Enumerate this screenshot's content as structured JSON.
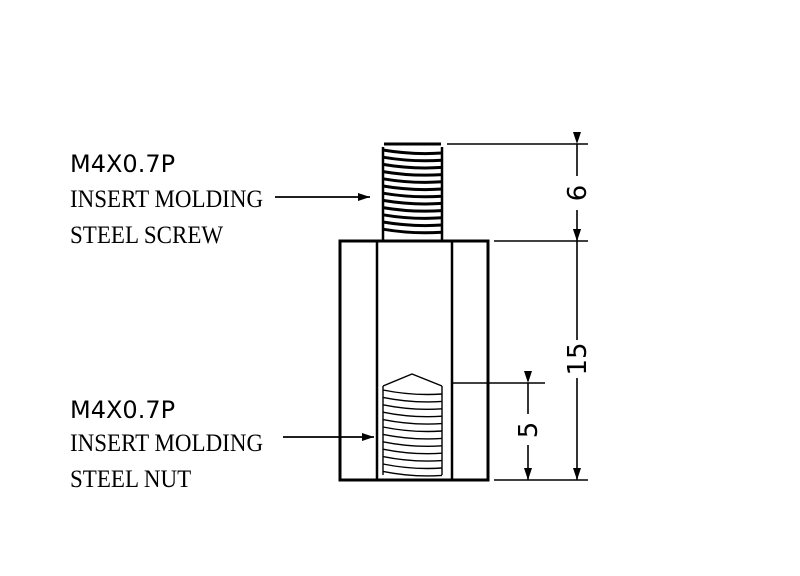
{
  "screw_callout": {
    "spec": "M4X0.7P",
    "line1": "INSERT MOLDING",
    "line2": "STEEL SCREW"
  },
  "nut_callout": {
    "spec": "M4X0.7P",
    "line1": "INSERT MOLDING",
    "line2": "STEEL NUT"
  },
  "dimensions": {
    "screw_length": "6",
    "body_length": "15",
    "nut_depth": "5"
  },
  "colors": {
    "line": "#000000",
    "background": "#ffffff"
  }
}
